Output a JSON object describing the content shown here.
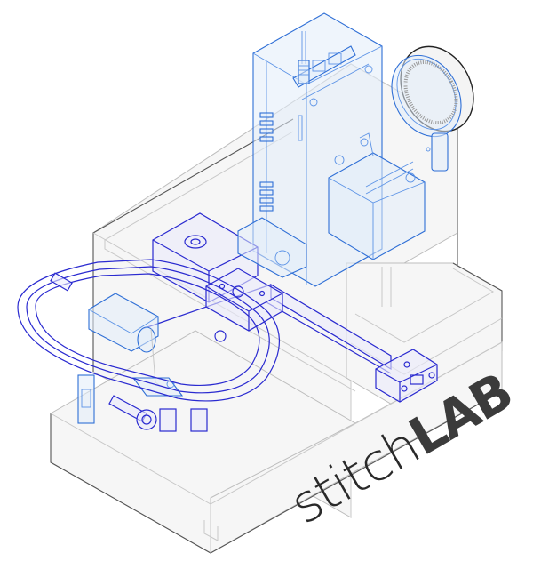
{
  "logo": {
    "part1": "stitch",
    "part2": "LAB",
    "text_color": "#2a2a2a"
  },
  "illustration": {
    "subject": "isometric technical drawing of an embroidery machine",
    "components": [
      "base-housing",
      "upper-frame",
      "controller-box",
      "antenna",
      "spool-wheel",
      "stepper-motor",
      "carriage-block",
      "linear-rail",
      "rail-end-cap",
      "embroidery-hoop",
      "presser-foot",
      "side-bracket"
    ],
    "colors": {
      "housing_stroke": "#bdbdbd",
      "housing_fill": "#f6f6f6",
      "electronics_stroke": "#2f6fd6",
      "hoop_stroke": "#2a2ad0"
    }
  }
}
